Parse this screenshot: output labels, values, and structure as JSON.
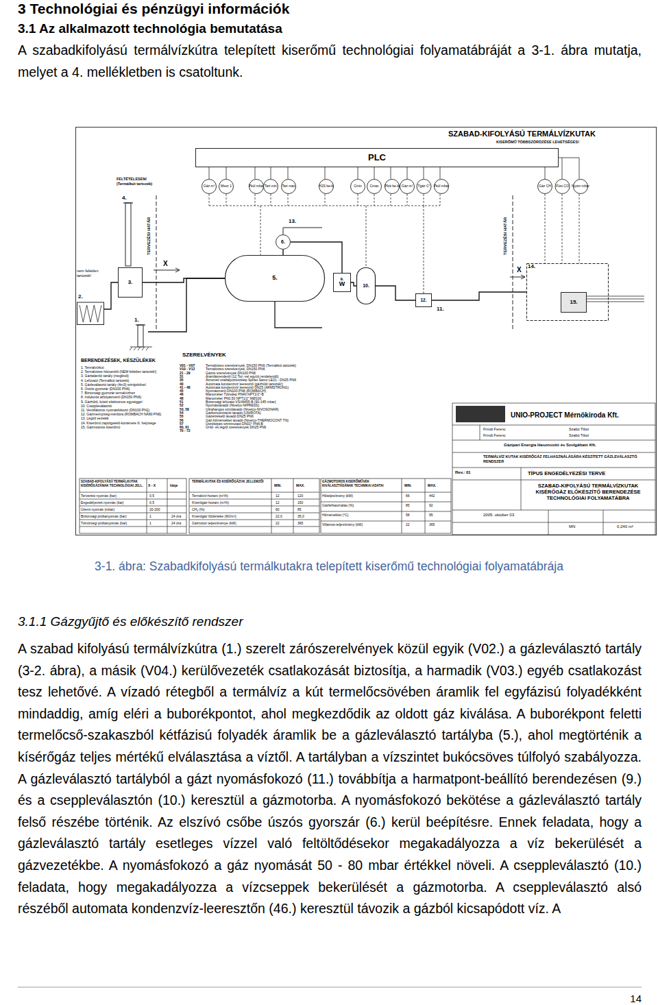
{
  "diagram": {
    "title": "3 Technológiai és pénzügyi információk",
    "caption": "3-1. ábra: Szabadkifolyású termálkutakra telepített kiserőmű technológiai folyamatábrája",
    "nodes": [
      {
        "text": [
          "PLC"
        ]
      },
      {
        "text": [
          "Gáz m³"
        ]
      },
      {
        "text": [
          "Mssz 1"
        ]
      },
      {
        "text": [
          "Pkül mbar"
        ]
      },
      {
        "text": [
          "Tart min"
        ]
      },
      {
        "text": [
          "Tart max"
        ]
      },
      {
        "text": [
          "H2S be-ki"
        ]
      },
      {
        "text": [
          "Cmin"
        ]
      },
      {
        "text": [
          "Cmax"
        ]
      },
      {
        "text": [
          "Pfok be-ki"
        ]
      },
      {
        "text": [
          "Gáz m³"
        ]
      },
      {
        "text": [
          "Tgáz C°"
        ]
      },
      {
        "text": [
          "Pkül mbar"
        ]
      },
      {
        "text": [
          "Gáz CH"
        ]
      },
      {
        "text": [
          "Füst CO"
        ]
      },
      {
        "text": [
          "Nyom mbar"
        ]
      },
      {
        "text": [
          "4."
        ]
      },
      {
        "text": [
          "6."
        ]
      },
      {
        "text": [
          "5."
        ]
      },
      {
        "text": [
          "9.",
          "W"
        ]
      },
      {
        "text": [
          "10."
        ]
      },
      {
        "text": [
          "14."
        ]
      },
      {
        "text": [
          "15."
        ],
        "in": 21
      },
      {
        "text": [
          "3."
        ]
      },
      {
        "text": [
          "12."
        ]
      },
      {
        "text": [
          "2."
        ]
      },
      {
        "text": [
          "1."
        ]
      }
    ],
    "edges": [
      {
        "from": 26,
        "to": 18,
        "arrow": "none"
      },
      {
        "from": 18,
        "to": 23,
        "arrow": "none"
      },
      {
        "from": 23,
        "to": 25,
        "arrow": "none"
      },
      {
        "from": 18,
        "to": 17,
        "arrow": "none"
      },
      {
        "from": 17,
        "to": 19,
        "arrow": "none"
      },
      {
        "from": 19,
        "to": 20,
        "arrow": "none"
      },
      {
        "from": 20,
        "to": 24,
        "arrow": "none"
      },
      {
        "from": 24,
        "to": 21,
        "arrow": "none"
      }
    ],
    "labels": [
      "3.1 Az alkalmazott technológia bemutatása",
      "A szabadkifolyású termálvízkútra telepített kiserőmű technológiai folyamatábráját a 3-1. ábra mutatja, melyet a 4. mellékletben is csatoltunk.",
      "3.1.1 Gázgyűjtő és előkészítő rendszer",
      "A szabad kifolyású termálvízkútra (1.) szerelt zárószerelvények közül egyik (V02.) a gázleválasztó tartály (3-2. ábra), a másik (V04.) kerülővezeték csatlakozását biztosítja, a harmadik (V03.) egyéb csatlakozást tesz lehetővé. A vízadó rétegből a termálvíz a kút termelőcsövében áramlik fel egyfázisú folyadékként mindaddig, amíg eléri a buborékpontot, ahol megkezdődik az oldott gáz kiválása. A buborékpont feletti termelőcső-szakaszból kétfázisú folyadék áramlik be a gázleválasztó tartályba (5.), ahol megtörténik a kísérőgáz teljes mértékű elválasztása a víztől. A tartályban a vízszintet bukócsöves túlfolyó szabályozza. A gázleválasztó tartályból a gázt nyomásfokozó (11.) továbbítja a harmatpont-beállító berendezésen (9.) és a cseppleválasztón (10.) keresztül a gázmotorba. A nyomásfokozó bekötése a gázleválasztó tartály felső részébe történik. Az elszívó csőbe úszós gyorszár (6.) kerül beépítésre. Ennek feladata, hogy a gázleválasztó tartály esetleges vízzel való feltöltődésekor megakadályozza a víz bekerülését a gázvezetékbe. A nyomásfokozó a gáz nyomását 50 - 80 mbar értékkel növeli. A cseppleválasztó (10.) feladata, hogy megakadályozza a vízcseppek bekerülését a gázmotorba. A cseppleválasztó alsó részéből automata kondenzvíz-leeresztőn (46.) keresztül távozik a gázból kicsapódott víz. A",
      "14",
      "SZABAD-KIFOLYÁSÚ TERMÁLVÍZKUTAK",
      "KISERŐMŰ TÖBBSZÖRÖZÉSE LEHETSÉGES!",
      "FELTÉTELESEN! (Termálkút tartozék)",
      "TERVEZÉSI HATÁR",
      "TERVEZÉSI HATÁR",
      "X",
      "X",
      "nem feltétlen tartozék!",
      "13.",
      "11.",
      "BERENDEZÉSEK, KÉSZÜLÉKEK",
      "SZERELVÉNYEK",
      "1. Termálvízkút",
      "2. Termálvizes hőcserélő (NEM feltétlen tartozék!)",
      "3. Gáztalanító tartály (meglévő)",
      "4. Lefúvató (Termálkút tartozék)",
      "5. Gázleválasztó tartály (4m3) szintjelzővel",
      "6. Úszós gyorszár (DN100 PN6)",
      "7. Biztonsági gyorszár termálvízhez",
      "8. Indukciós átfolyásmérő (DN150 PN6)",
      "9. Gázhűtő, kútéri elektromos egységgel",
      "10. Cseppleválasztó",
      "11. Ventillátoros nyomásfokozó (DN100 PN1)",
      "12. Gázmennyiség-mérőóra (ROMBACH NÁ80 PN6)",
      "13. Légző vezeték",
      "14. Kiserőmű zajszigetelő-konténere ill. helyisége",
      "15. Gázmotoros kiserőmű",
      "V01 - V07",
      "V10 - V12",
      "21 - 29",
      "31",
      "35",
      "40",
      "41 - 48",
      "45",
      "46",
      "48",
      "51",
      "52",
      "53, 58",
      "54",
      "55",
      "56",
      "57",
      "60, 61",
      "70 - 72",
      "Termálvizes szerelvények, DN150 PN6 (Termálkút tartozék)",
      "Termálvizes szerelvények, DN150 PN6",
      "Gázos szerelvények DN100 PN6",
      "Áramlásrendező (12.Tsz.-vel együtt rendelendő)",
      "Átmeneti szabályozószelep Spirax Sarco LE31 - DN25 PN6",
      "Automata kondenzvíz leeresztő (gázhűtő tartozék!)",
      "Automata kondenzvíz leeresztő DN25 (ARMSTRONG)",
      "Nyomásmérő DN100 PN6 (ROMBACH)",
      "Manométer Tőzsdep PN40 NPT1/2\"-B",
      "Manométer PN0,50 NPT1/2\" MØ100",
      "Biztonsági lefúvató VS/AM55-B (90-145 mbar)",
      "Nyomástávadó (Nivelco-NIPRESS)",
      "Ultrahangos szinttávadó (Nivelco-NIVOSONAR)",
      "Gázkoncentráció távadó (UNIROTA)",
      "Gázérzékelő távadó DN25 PN6",
      "Gáz-hőmérséklet távadó (Nivelco-THERMOCONT TN)",
      "Úszóképes szintmutató DN01* PN6-B",
      "Ürítő- és légző szerelvények DN25 PN6",
      "SZABAD-KIFOLYÁSÚ TERMÁLKUTAK KISÉRŐGÁZÁNAK TECHNOLÓGIAI JELL.",
      "X - X",
      "Ideje",
      "Tervezési nyomás (bar)",
      "0,5",
      "Engedélyezett nyomás (bar)",
      "0,5",
      "Üzemi nyomás (mbar)",
      "20-200",
      "Biztonsági próbanyomás (bar)",
      "1",
      "24 óra",
      "Tömörségi próbanyomás (bar)",
      "1",
      "24 óra",
      "TERMÁLKUTAK ÉS KISÉRŐGÁZUK JELLEMZŐI",
      "MIN.",
      "MAX.",
      "Termálvíz-hozam (m³/h)",
      "12",
      "120",
      "Kísérőgáz-hozam (m³/h)",
      "12",
      "150",
      "CH₄ (%)",
      "60",
      "85",
      "Kísérőgáz fűtőértéke (MJ/m³)",
      "22,0",
      "35,0",
      "Gázmotor teljesítménye (kW)",
      "22",
      "365",
      "GÁZMOTOROS KISERŐMŰVEK KIVÁLASZTÁSÁNAK TECHNIKAI ADATAI",
      "MIN.",
      "MAX.",
      "Hőteljesítmény (kW)",
      "66",
      "442",
      "Gázfelhasználás (%)",
      "85",
      "92",
      "Hőmérséklet (°C)",
      "58",
      "95",
      "Villamos-teljesítmény (kW)",
      "22",
      "365",
      "UNIO-PROJECT Mérnökiroda Kft.",
      "Frindt Ferenc",
      "Szabó Tibor",
      "Frindt Ferenc",
      "Szabó Tibor",
      "Gázipari Energia Hasznosító és Szolgáltató Kft.",
      "TERMÁLVÍZ KUTAK KISÉRŐGÁZ FELHASZNÁLÁSÁRA KÉSZÍTETT GÁZLEVÁLASZTÓ RENDSZER",
      "Rev.: 01",
      "TÍPUS ENGEDÉLYEZÉSI TERVE",
      "SZABAD-KIFOLYÁSÚ TERMÁLVÍZKUTAK KISÉRŐGÁZ ELŐKÉSZÍTŐ BERENDEZÉSE TECHNOLÓGIAI FOLYAMATÁBRA",
      "2005. október 03.",
      "MN",
      "0,240 m²"
    ]
  }
}
